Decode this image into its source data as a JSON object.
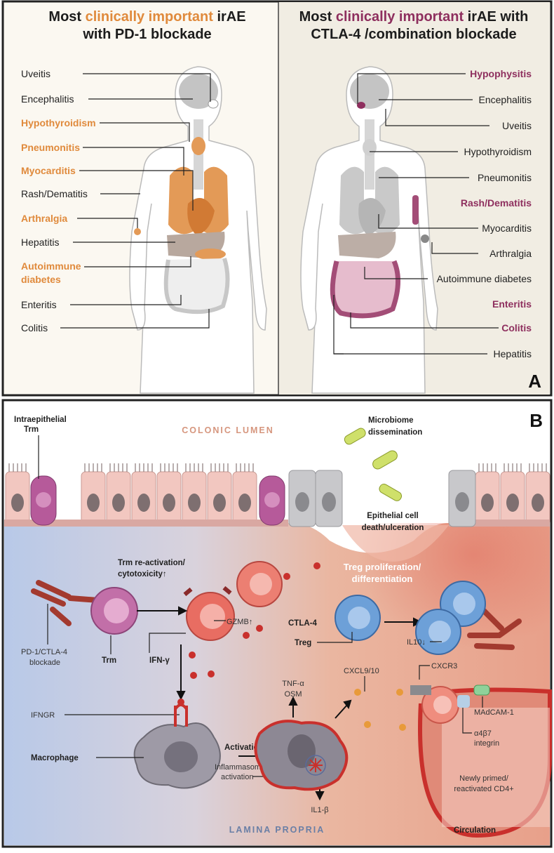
{
  "panel_a": {
    "letter": "A",
    "left": {
      "title_pre": "Most ",
      "title_hl": "clinically important",
      "title_post": " irAE",
      "title_line2": "with PD-1 blockade",
      "labels": [
        "Uveitis",
        "Encephalitis",
        "Hypothyroidism",
        "Pneumonitis",
        "Myocarditis",
        "Rash/Dematitis",
        "Arthralgia",
        "Hepatitis",
        "Autoimmune",
        "diabetes",
        "Enteritis",
        "Colitis"
      ]
    },
    "right": {
      "title_pre": "Most ",
      "title_hl": "clinically important",
      "title_post": " irAE with",
      "title_line2": "CTLA-4 /combination blockade",
      "labels": [
        "Hypophysitis",
        "Encephalitis",
        "Uveitis",
        "Hypothyroidism",
        "Pneumonitis",
        "Rash/Dematitis",
        "Myocarditis",
        "Arthralgia",
        "Autoimmune diabetes",
        "Enteritis",
        "Colitis",
        "Hepatitis"
      ]
    },
    "colors": {
      "pd1_highlight": "#e08a3c",
      "ctla4_highlight": "#8e2f5e",
      "organ_gray": "#c9c9c9"
    }
  },
  "panel_b": {
    "letter": "B",
    "labels": {
      "intraepithelial": "Intraepithelial",
      "trm_top": "Trm",
      "colonic_lumen": "COLONIC LUMEN",
      "microbiome_1": "Microbiome",
      "microbiome_2": "dissemination",
      "epithelial_1": "Epithelial cell",
      "epithelial_2": "death/ulceration",
      "trm_react_1": "Trm re-activation/",
      "trm_react_2": "cytotoxicity↑",
      "treg_prolif_1": "Treg proliferation/",
      "treg_prolif_2": "differentiation",
      "gzmb": "GZMB↑",
      "ctla4": "CTLA-4",
      "treg": "Treg",
      "il10": "IL10↓",
      "pd1_1": "PD-1/CTLA-4",
      "pd1_2": "blockade",
      "trm": "Trm",
      "ifng": "IFN-γ",
      "tnf": "TNF-α",
      "osm": "OSM",
      "cxcl": "CXCL9/10",
      "cxcr3": "CXCR3",
      "ifngr": "IFNGR",
      "madcam": "MAdCAM-1",
      "a4b7_1": "α4β7",
      "a4b7_2": "integrin",
      "macrophage": "Macrophage",
      "activation": "Activation",
      "inflam_1": "Inflammasome",
      "inflam_2": "activation",
      "il1b": "IL1-β",
      "newly_1": "Newly primed/",
      "newly_2": "reactivated CD4+",
      "lamina": "LAMINA PROPRIA",
      "circulation": "Circulation"
    }
  }
}
